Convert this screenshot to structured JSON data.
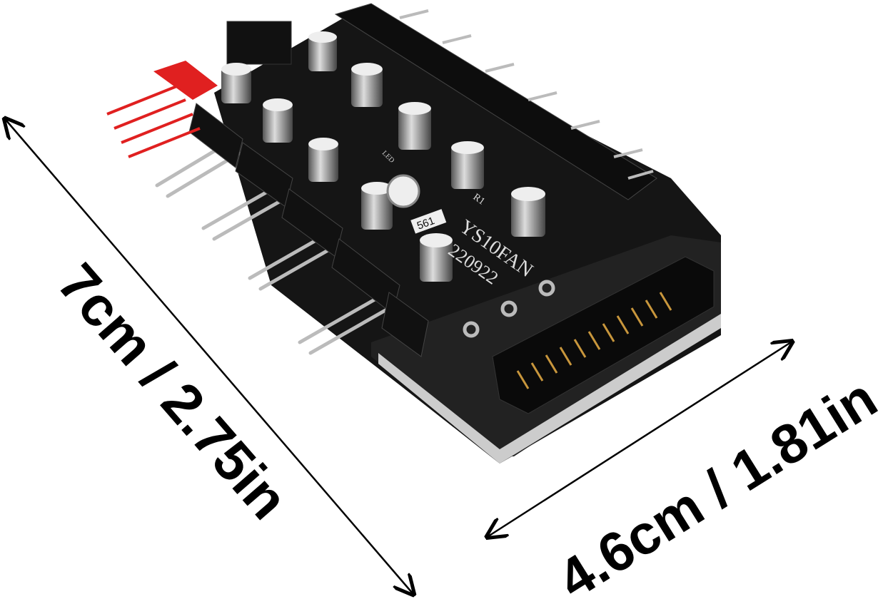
{
  "dimensions": {
    "length_label": "7cm / 2.75in",
    "width_label": "4.6cm / 1.81in"
  },
  "board": {
    "model": "YS10FAN",
    "date_code": "220922",
    "resistor_code": "561",
    "resistor_ref": "R1",
    "led_label": "LED"
  },
  "colors": {
    "board": "#151515",
    "connector_red": "#e02020",
    "capacitor": "#9a9a9a",
    "sata_pins": "#c8963c"
  }
}
